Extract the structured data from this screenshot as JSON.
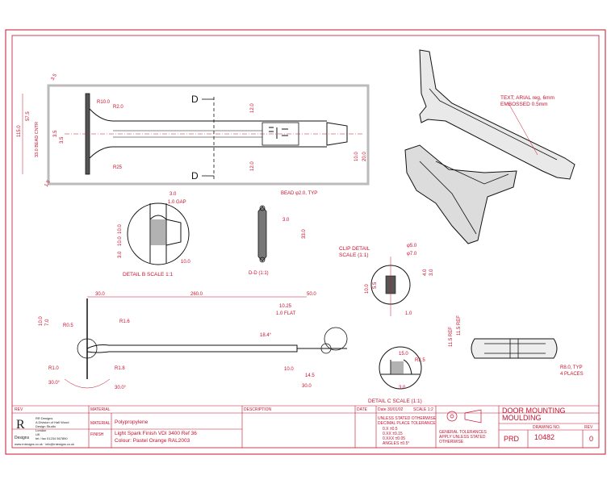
{
  "colors": {
    "line": "#c8102e",
    "part": "#111111",
    "paper": "#ffffff"
  },
  "labels": {
    "d_top": "D",
    "d_bottom": "D",
    "bead_note": "BEAD φ2.0, TYP",
    "section_dd": "D-D (1:1)",
    "detail_b": "DETAIL B SCALE 1:1",
    "clip_detail_1": "CLIP DETAIL",
    "clip_detail_2": "SCALE (1:1)",
    "detail_c": "DETAIL C SCALE (1:1)",
    "text_note_1": "TEXT; ARIAL reg, 6mm",
    "text_note_2": "EMBOSSED 0.5mm",
    "r8_note_1": "R8.0, TYP",
    "r8_note_2": "4 PLACES",
    "ref_115a": "11.5 REF",
    "ref_115b": "11.5 REF",
    "flat": "1.0 FLAT",
    "gap": "1.0 GAP",
    "angle_18": "18.4°"
  },
  "dims_top_view": {
    "d115": "115.0",
    "d575": "57.5",
    "d330": "33.0 BEAD CNTR",
    "d35a": "3.5",
    "d35b": "3.5",
    "d35c": "3.5",
    "d15": "1.5",
    "r100": "R10.0",
    "r20": "R2.0",
    "r25": "R25",
    "d120a": "12.0",
    "d120b": "12.0",
    "d100": "10.0",
    "d200": "20.0"
  },
  "dims_detail_b": {
    "d30": "3.0",
    "d10": "1.0",
    "d100a": "10.0",
    "d100b": "10.0",
    "d30b": "3.0",
    "d100c": "10.0"
  },
  "dims_section": {
    "d30": "3.0",
    "d330": "33.0"
  },
  "dims_clip": {
    "p50": "φ5.0",
    "p70": "φ7.0",
    "d40": "4.0",
    "d30": "3.0",
    "d55": "5.5",
    "d100": "10.0",
    "d10": "1.0"
  },
  "dims_side": {
    "d300": "30.0",
    "d2600": "260.0",
    "d500": "50.0",
    "d1025": "10.25",
    "d100": "10.0",
    "d70": "7.0",
    "r05": "R0.5",
    "r16": "R1.6",
    "r10": "R1.0",
    "r18": "R1.8",
    "a300a": "30.0°",
    "a300b": "30.0°",
    "d100b": "10.0",
    "d145": "14.5",
    "d300b": "30.0"
  },
  "dims_detail_c": {
    "d150": "15.0",
    "d25": "R2.5",
    "d30": "3.0"
  },
  "title_block": {
    "material_label": "MATERIAL",
    "material": "Polypropylene",
    "finish_label": "FINISH",
    "finish": "Light Spark Finish VDI 3400 Ref 36",
    "colour": "Colour: Pastel Orange RAL2003",
    "company_lines": [
      "RR Designs",
      "A Division of Hall Wood",
      "Design Studio",
      "London",
      "UK",
      "tel / fax 01234 567890"
    ],
    "web": "www.rrdesigns.co.uk · info@rrdesigns.co.uk",
    "logo_letters": "R",
    "logo_word": "Designs",
    "rev_label": "REV",
    "description_label": "DESCRIPTION",
    "date_label": "DATE",
    "date_value": "Date 30/01/02",
    "scale_value": "SCALE 1:2",
    "tol_title_1": "UNLESS STATED OTHERWISE",
    "tol_title_2": "DECIMAL PLACE TOLERANCE",
    "tol_rows": [
      "0.X ±0.5",
      "0.XX ±0.15",
      "0.XXX ±0.05",
      "ANGLES ±0.5°"
    ],
    "general_1": "GENERAL TOLERANCES",
    "general_2": "APPLY UNLESS STATED",
    "general_3": "OTHERWISE",
    "title_1": "DOOR MOUNTING",
    "title_2": "MOULDING",
    "dwg_label": "DRAWING NO.",
    "prefix": "PRD",
    "number": "10482",
    "sheet": "0",
    "rev_no_label": "REV"
  }
}
